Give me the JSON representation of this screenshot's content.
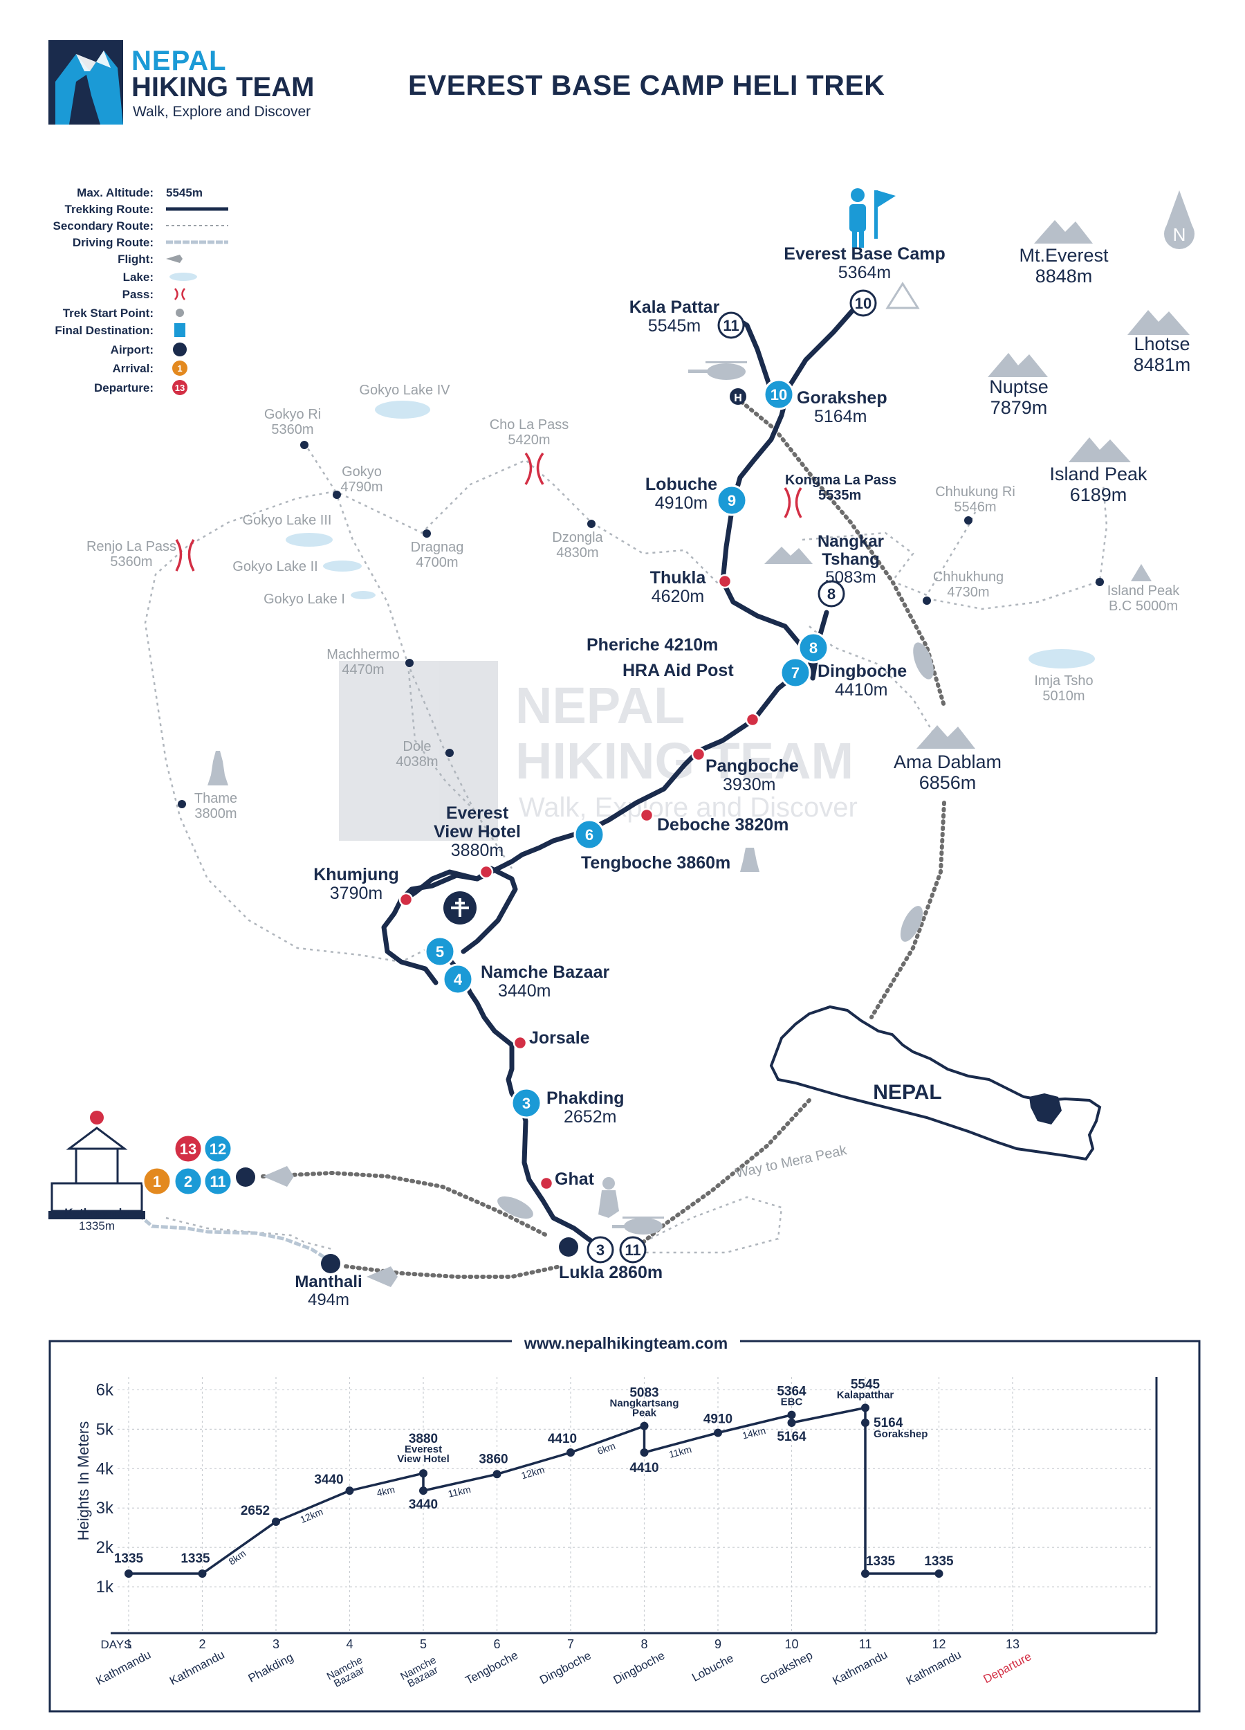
{
  "header": {
    "brand_line1": "NEPAL",
    "brand_line2": "HIKING TEAM",
    "tagline": "Walk, Explore and Discover",
    "title": "EVEREST BASE CAMP HELI TREK"
  },
  "colors": {
    "navy": "#1a2b4c",
    "blue": "#1b9ad6",
    "red": "#d32f45",
    "orange": "#e3891f",
    "gray_text": "#9aa0a6",
    "mountain": "#b7bfc9",
    "lake": "#cfe6f3",
    "route_gray": "#7a7a7a"
  },
  "legend": [
    {
      "label": "Max. Altitude:",
      "value": "5545m",
      "icon": "altitude-value"
    },
    {
      "label": "Trekking Route:",
      "icon": "trekking-route-line"
    },
    {
      "label": "Secondary Route:",
      "icon": "secondary-route-line"
    },
    {
      "label": "Driving Route:",
      "icon": "driving-route-line"
    },
    {
      "label": "Flight:",
      "icon": "plane-icon"
    },
    {
      "label": "Lake:",
      "icon": "lake-icon"
    },
    {
      "label": "Pass:",
      "icon": "pass-icon"
    },
    {
      "label": "Trek Start Point:",
      "icon": "hiker-icon"
    },
    {
      "label": "Final Destination:",
      "icon": "destination-icon"
    },
    {
      "label": "Airport:",
      "icon": "airport-icon"
    },
    {
      "label": "Arrival:",
      "icon": "arrival-badge",
      "badge": "1"
    },
    {
      "label": "Departure:",
      "icon": "departure-badge",
      "badge": "13"
    }
  ],
  "compass": "N",
  "watermark": {
    "line1": "NEPAL",
    "line2": "HIKING TEAM",
    "line3": "Walk, Explore and Discover"
  },
  "map": {
    "main_places": [
      {
        "name": "Everest Base Camp",
        "alt": "5364m"
      },
      {
        "name": "Kala Pattar",
        "alt": "5545m"
      },
      {
        "name": "Gorakshep",
        "alt": "5164m"
      },
      {
        "name": "Lobuche",
        "alt": "4910m"
      },
      {
        "name": "Kongma La Pass",
        "alt": "5535m"
      },
      {
        "name": "Nangkar",
        "name2": "Tshang",
        "alt": "5083m"
      },
      {
        "name": "Thukla",
        "alt": "4620m"
      },
      {
        "name": "Pheriche 4210m"
      },
      {
        "name": "HRA Aid Post"
      },
      {
        "name": "Dingboche",
        "alt": "4410m"
      },
      {
        "name": "Pangboche",
        "alt": "3930m"
      },
      {
        "name": "Deboche 3820m"
      },
      {
        "name": "Tengboche 3860m"
      },
      {
        "name": "Everest",
        "name2": "View Hotel",
        "alt": "3880m"
      },
      {
        "name": "Khumjung",
        "alt": "3790m"
      },
      {
        "name": "Namche Bazaar",
        "alt": "3440m"
      },
      {
        "name": "Jorsale"
      },
      {
        "name": "Phakding",
        "alt": "2652m"
      },
      {
        "name": "Ghat"
      },
      {
        "name": "Lukla 2860m"
      },
      {
        "name": "Manthali",
        "alt": "494m"
      },
      {
        "name": "Kathmandu",
        "alt": "1335m"
      }
    ],
    "mountains": [
      {
        "name": "Mt.Everest",
        "alt": "8848m"
      },
      {
        "name": "Lhotse",
        "alt": "8481m"
      },
      {
        "name": "Nuptse",
        "alt": "7879m"
      },
      {
        "name": "Island Peak",
        "alt": "6189m"
      },
      {
        "name": "Ama Dablam",
        "alt": "6856m"
      }
    ],
    "secondary_places": [
      {
        "name": "Gokyo Ri",
        "alt": "5360m"
      },
      {
        "name": "Gokyo",
        "alt": "4790m"
      },
      {
        "name": "Gokyo Lake IV"
      },
      {
        "name": "Gokyo Lake III"
      },
      {
        "name": "Gokyo Lake II"
      },
      {
        "name": "Gokyo Lake I"
      },
      {
        "name": "Cho La Pass",
        "alt": "5420m"
      },
      {
        "name": "Renjo La Pass",
        "alt": "5360m"
      },
      {
        "name": "Dragnag",
        "alt": "4700m"
      },
      {
        "name": "Dzongla",
        "alt": "4830m"
      },
      {
        "name": "Chhukung Ri",
        "alt": "5546m"
      },
      {
        "name": "Chhukhung",
        "alt": "4730m"
      },
      {
        "name": "Island Peak",
        "alt": "B.C 5000m"
      },
      {
        "name": "Imja Tsho",
        "alt": "5010m"
      },
      {
        "name": "Machhermo",
        "alt": "4470m"
      },
      {
        "name": "Dole",
        "alt": "4038m"
      },
      {
        "name": "Thame",
        "alt": "3800m"
      }
    ],
    "badges": [
      "10",
      "11",
      "10",
      "9",
      "8",
      "8",
      "7",
      "6",
      "5",
      "4",
      "3",
      "3",
      "11",
      "13",
      "12",
      "1",
      "2",
      "11"
    ],
    "country": "NEPAL",
    "way_to_mera": "Way to Mera Peak",
    "heli_marker": "H"
  },
  "chart_data": {
    "type": "line",
    "header": "www.nepalhikingteam.com",
    "ylabel": "Heights In Meters",
    "xlabel": "DAYS",
    "ylim": [
      0,
      6500
    ],
    "yticks": [
      "1k",
      "2k",
      "3k",
      "4k",
      "5k",
      "6k"
    ],
    "ytick_values": [
      1000,
      2000,
      3000,
      4000,
      5000,
      6000
    ],
    "days": [
      "1",
      "2",
      "3",
      "4",
      "5",
      "6",
      "7",
      "8",
      "9",
      "10",
      "11",
      "12",
      "13"
    ],
    "day_places": [
      "Kathmandu",
      "Kathmandu",
      "Phakding",
      "Namche|Bazaar",
      "Namche|Bazaar",
      "Tengboche",
      "Dingboche",
      "Dingboche",
      "Lobuche",
      "Gorakshep",
      "Kathmandu",
      "Kathmandu",
      "Departure"
    ],
    "points": [
      {
        "day": 1,
        "alt": 1335,
        "label": "1335"
      },
      {
        "day": 2,
        "alt": 1335,
        "label": "1335"
      },
      {
        "day": 3,
        "alt": 2652,
        "label": "2652"
      },
      {
        "day": 4,
        "alt": 3440,
        "label": "3440"
      },
      {
        "day": 5,
        "alt": 3880,
        "label": "3880|Everest|View Hotel"
      },
      {
        "day": 5,
        "alt": 3440,
        "label": "3440"
      },
      {
        "day": 6,
        "alt": 3860,
        "label": "3860"
      },
      {
        "day": 7,
        "alt": 4410,
        "label": "4410"
      },
      {
        "day": 8,
        "alt": 5083,
        "label": "5083|Nangkartsang|Peak"
      },
      {
        "day": 8,
        "alt": 4410,
        "label": "4410"
      },
      {
        "day": 9,
        "alt": 4910,
        "label": "4910"
      },
      {
        "day": 10,
        "alt": 5364,
        "label": "5364|EBC"
      },
      {
        "day": 10,
        "alt": 5164,
        "label": "5164"
      },
      {
        "day": 11,
        "alt": 5545,
        "label": "5545|Kalapatthar"
      },
      {
        "day": 11,
        "alt": 5164,
        "label": "5164|Gorakshep"
      },
      {
        "day": 11,
        "alt": 1335,
        "label": "1335"
      },
      {
        "day": 12,
        "alt": 1335,
        "label": "1335"
      }
    ],
    "distances": [
      {
        "from": 2,
        "to": 3,
        "label": "8km"
      },
      {
        "from": 3,
        "to": 4,
        "label": "12km"
      },
      {
        "from": 4,
        "to": 5,
        "label": "4km"
      },
      {
        "from": 5,
        "to": 6,
        "label": "11km"
      },
      {
        "from": 6,
        "to": 7,
        "label": "12km"
      },
      {
        "from": 7,
        "to": 8,
        "label": "6km"
      },
      {
        "from": 8,
        "to": 9,
        "label": "11km"
      },
      {
        "from": 9,
        "to": 10,
        "label": "14km"
      }
    ]
  }
}
